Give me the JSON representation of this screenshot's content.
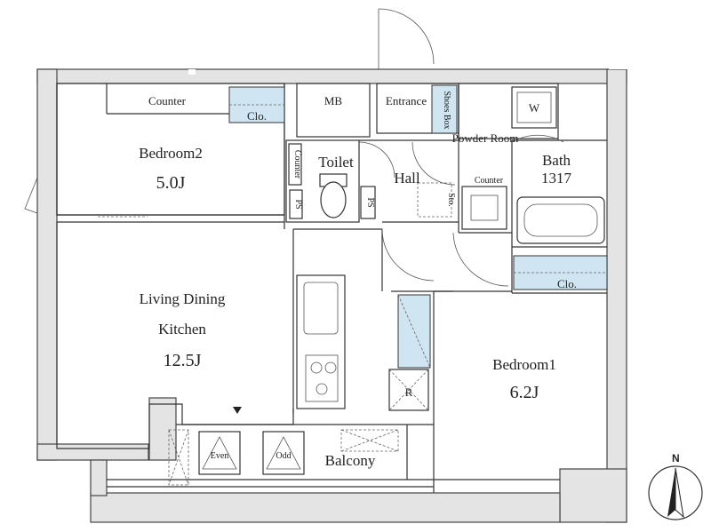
{
  "labels": {
    "bedroom2": "Bedroom2",
    "bedroom2_area": "5.0J",
    "counter_top": "Counter",
    "clo_top": "Clo.",
    "mb": "MB",
    "entrance": "Entrance",
    "shoes_box": "Shoes Box",
    "toilet": "Toilet",
    "counter_toilet": "Counter",
    "ps": "PS",
    "hall": "Hall",
    "sto": "Sto.",
    "powder_room": "Powder Room",
    "counter_powder": "Counter",
    "w": "W",
    "bath": "Bath",
    "bath_size": "1317",
    "clo_bed1": "Clo.",
    "ldk_line1": "Living Dining",
    "ldk_line2": "Kitchen",
    "ldk_area": "12.5J",
    "r": "R",
    "bedroom1": "Bedroom1",
    "bedroom1_area": "6.2J",
    "even": "Even",
    "odd": "Odd",
    "balcony": "Balcony",
    "north": "N"
  },
  "colors": {
    "wall_fill": "#e4e4e4",
    "closet_fill": "#cfe6f2",
    "line": "#333333"
  }
}
